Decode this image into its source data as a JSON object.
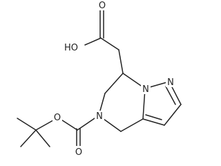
{
  "molecule": {
    "atoms": {
      "oxo_oxygen": "O",
      "hydroxyl": "HO",
      "carbamate_oxygen": "O",
      "carbonyl_oxygen": "O",
      "ring_nitrogen_boc": "N",
      "bridgehead_nitrogen": "N",
      "pyrazole_nitrogen": "N"
    }
  }
}
